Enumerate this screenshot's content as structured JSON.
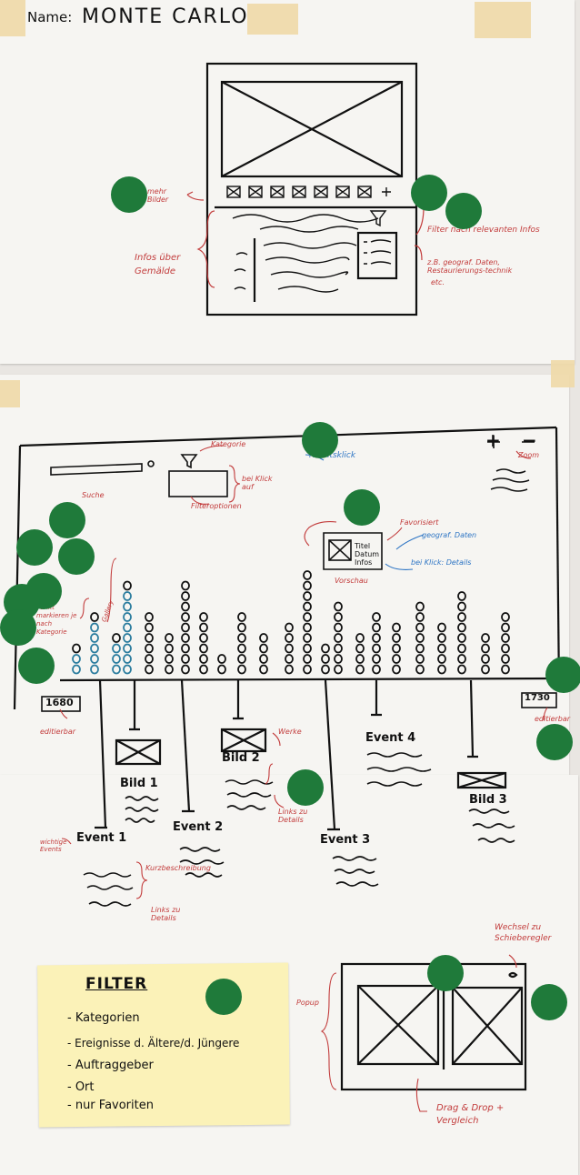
{
  "header": {
    "name_label": "Name:",
    "name_value": "MONTE CARLO"
  },
  "top_mockup": {
    "more_images": "mehr Bilder",
    "info_paintings": "Infos über Gemälde",
    "filter_info": "Filter nach relevanten Infos",
    "example_text": "z.B. geograf. Daten, Restaurierungs-technik",
    "etc": "etc."
  },
  "timeline_mockup": {
    "search_label": "Suche",
    "category": "Kategorie",
    "on_click": "bei Klick auf",
    "filter_options": "Filteroptionen",
    "zoom": "Zoom",
    "right_click": "Rechtsklick",
    "favorites": "Favorisiert",
    "title_date_info": "Titel Datum Infos",
    "on_hover": "bei Klick: Details",
    "geo_data": "geograf. Daten",
    "preview": "Vorschau",
    "plus": "+",
    "minus": "−",
    "year_start": "1680",
    "year_end": "1730",
    "editable": "editierbar",
    "events": [
      {
        "label": "Event 1"
      },
      {
        "label": "Event 2"
      },
      {
        "label": "Event 3"
      },
      {
        "label": "Event 4"
      }
    ],
    "images": [
      {
        "label": "Bild 1"
      },
      {
        "label": "Bild 2"
      },
      {
        "label": "Bild 3"
      }
    ],
    "short_desc": "Kurzbeschreibung",
    "link_details": "Links zu Details",
    "important_events": "wichtige Events",
    "dots_label": "Punkt markieren je nach Kategorie",
    "gallery": "Gallery",
    "work_note": "Werke"
  },
  "filter_note": {
    "title": "FILTER",
    "items": [
      "- Kategorien",
      "- Ereignisse d. Ältere/d. Jüngere",
      "- Auftraggeber",
      "- Ort",
      "- nur Favoriten"
    ]
  },
  "popup_mockup": {
    "popup_label": "Popup",
    "switch": "Wechsel zu Schieberegler",
    "drag": "Drag & Drop + Vergleich"
  },
  "colors": {
    "dot": "#1f7a3a",
    "ink": "#111111",
    "red": "#c23b3b",
    "blue": "#2c74c4",
    "note": "#fbf2b8"
  }
}
